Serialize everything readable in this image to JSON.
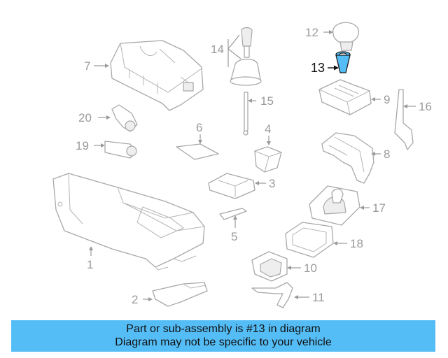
{
  "diagram": {
    "callouts": [
      {
        "id": "c1",
        "label": "1"
      },
      {
        "id": "c2",
        "label": "2"
      },
      {
        "id": "c3",
        "label": "3"
      },
      {
        "id": "c4",
        "label": "4"
      },
      {
        "id": "c5",
        "label": "5"
      },
      {
        "id": "c6",
        "label": "6"
      },
      {
        "id": "c7",
        "label": "7"
      },
      {
        "id": "c8",
        "label": "8"
      },
      {
        "id": "c9",
        "label": "9"
      },
      {
        "id": "c10",
        "label": "10"
      },
      {
        "id": "c11",
        "label": "11"
      },
      {
        "id": "c12",
        "label": "12"
      },
      {
        "id": "c13",
        "label": "13"
      },
      {
        "id": "c14",
        "label": "14"
      },
      {
        "id": "c15",
        "label": "15"
      },
      {
        "id": "c16",
        "label": "16"
      },
      {
        "id": "c17",
        "label": "17"
      },
      {
        "id": "c18",
        "label": "18"
      },
      {
        "id": "c19",
        "label": "19"
      },
      {
        "id": "c20",
        "label": "20"
      }
    ],
    "highlighted_part": "13",
    "highlight_color": "#55bdf6"
  },
  "banner": {
    "line1": "Part or sub-assembly is #13 in diagram",
    "line2": "Diagram may not be specific to your vehicle",
    "background": "#55bdf6"
  }
}
